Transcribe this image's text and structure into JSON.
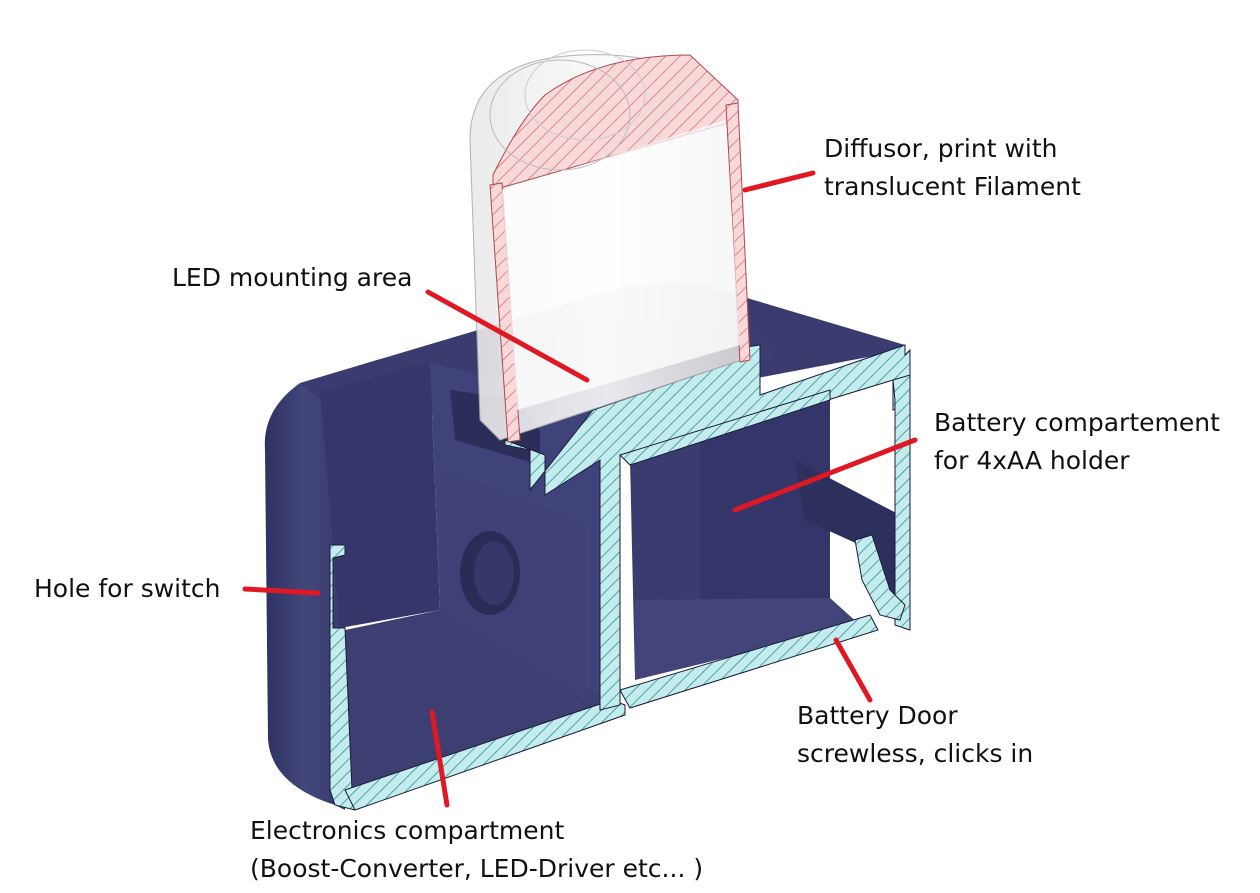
{
  "colors": {
    "body": "#3d3f72",
    "body_dark": "#2b2d58",
    "body_light": "#54578f",
    "section_fill": "#c5ecec",
    "section_hatch": "#2f8f9a",
    "diffusor_fill": "#f7d9da",
    "diffusor_hatch": "#d8646a",
    "leader": "#e01824",
    "text": "#111111"
  },
  "labels": {
    "diffusor": {
      "line1": "Diffusor, print with",
      "line2": "translucent Filament"
    },
    "led_mount": {
      "line1": "LED mounting area"
    },
    "battery_compartment": {
      "line1": "Battery compartement",
      "line2": "for 4xAA holder"
    },
    "switch_hole": {
      "line1": "Hole for switch"
    },
    "battery_door": {
      "line1": "Battery Door",
      "line2": "screwless, clicks in"
    },
    "electronics": {
      "line1": "Electronics compartment",
      "line2": "(Boost-Converter, LED-Driver etc... )"
    }
  }
}
